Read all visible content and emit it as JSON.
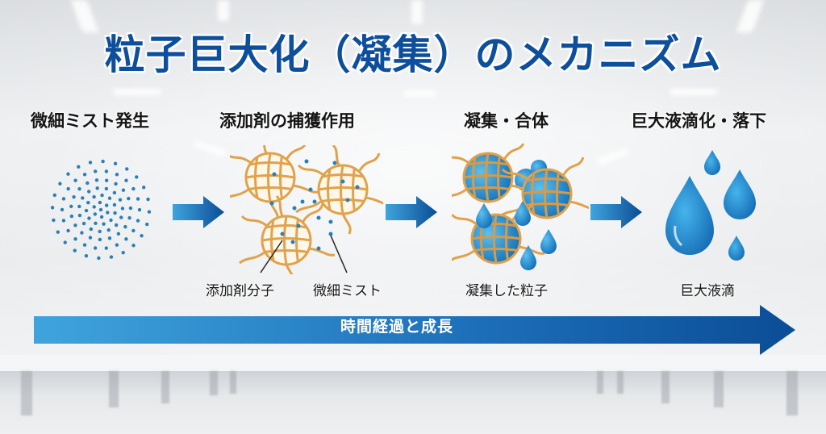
{
  "title": "粒子巨大化（凝集）のメカニズム",
  "steps": [
    {
      "label": "微細ミスト発生",
      "sublabels": []
    },
    {
      "label": "添加剤の捕獲作用",
      "sublabels": [
        "添加剤分子",
        "微細ミスト"
      ]
    },
    {
      "label": "凝集・合体",
      "sublabels": [
        "凝集した粒子"
      ]
    },
    {
      "label": "巨大液滴化・落下",
      "sublabels": [
        "巨大液滴"
      ]
    }
  ],
  "timeline": {
    "label": "時間経過と成長"
  },
  "colors": {
    "title": "#0d4f9c",
    "mist_dot": "#2a7fb5",
    "additive": "#e0a24a",
    "droplet": "#1f86cf",
    "arrow_start": "#3fa4dd",
    "arrow_end": "#0b4d96"
  },
  "icons": [
    "mist-cloud-icon",
    "additive-molecule-icon",
    "aggregated-particle-icon",
    "water-droplet-icon",
    "arrow-right-icon"
  ]
}
